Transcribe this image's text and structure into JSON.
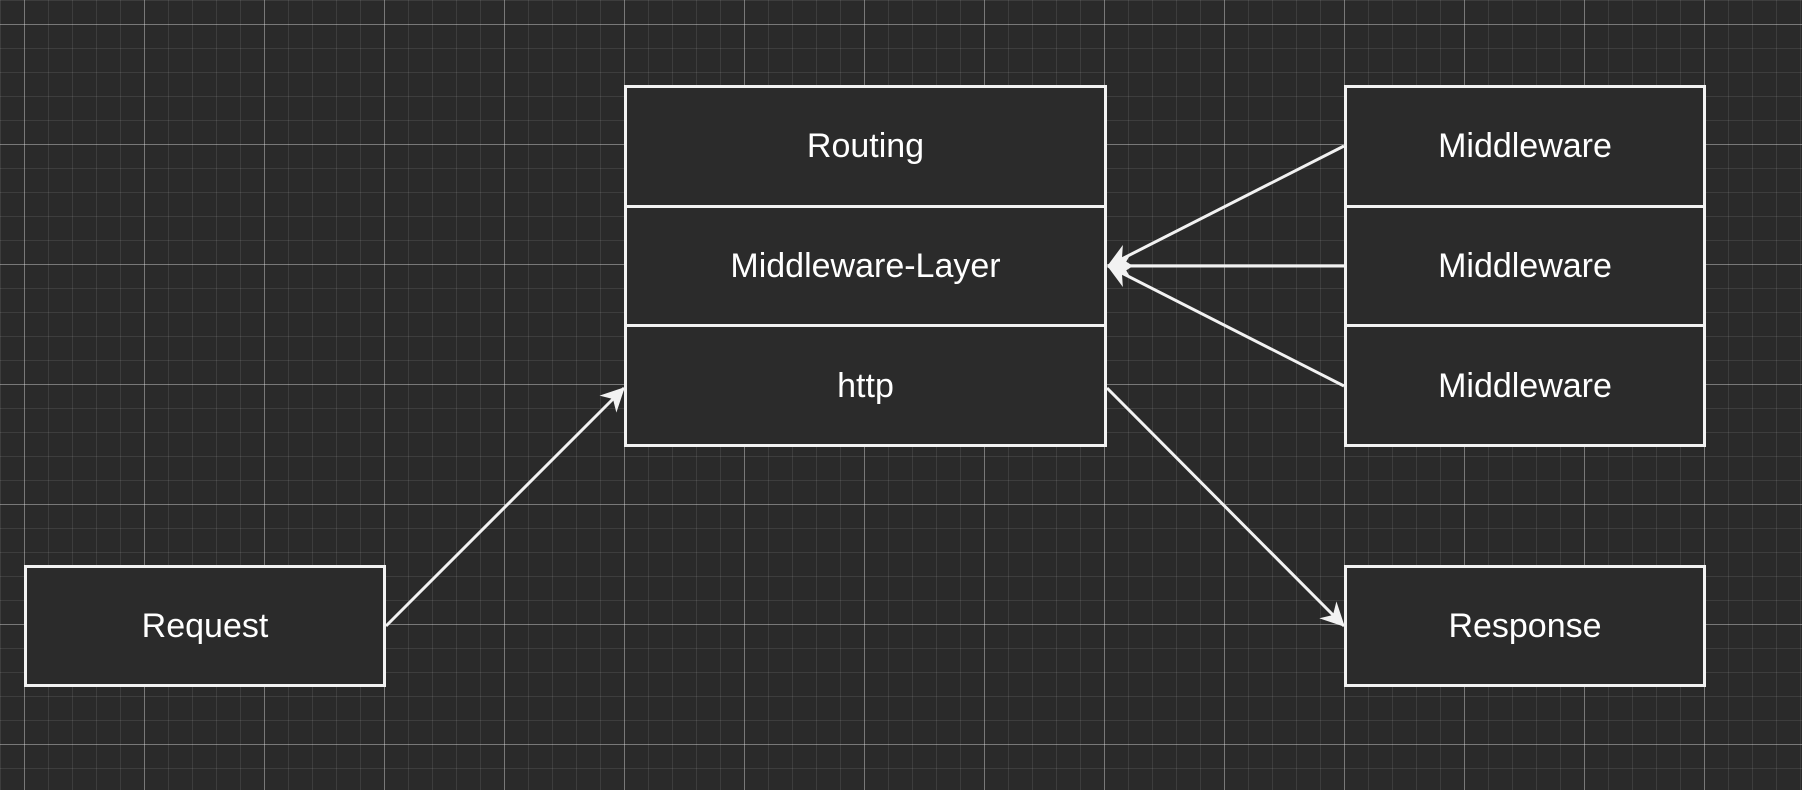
{
  "diagram": {
    "request_label": "Request",
    "response_label": "Response",
    "layers": [
      "Routing",
      "Middleware-Layer",
      "http"
    ],
    "middlewares": [
      "Middleware",
      "Middleware",
      "Middleware"
    ]
  },
  "colors": {
    "background": "#2a2a2a",
    "stroke": "#f2f2f2",
    "text": "#ffffff"
  }
}
